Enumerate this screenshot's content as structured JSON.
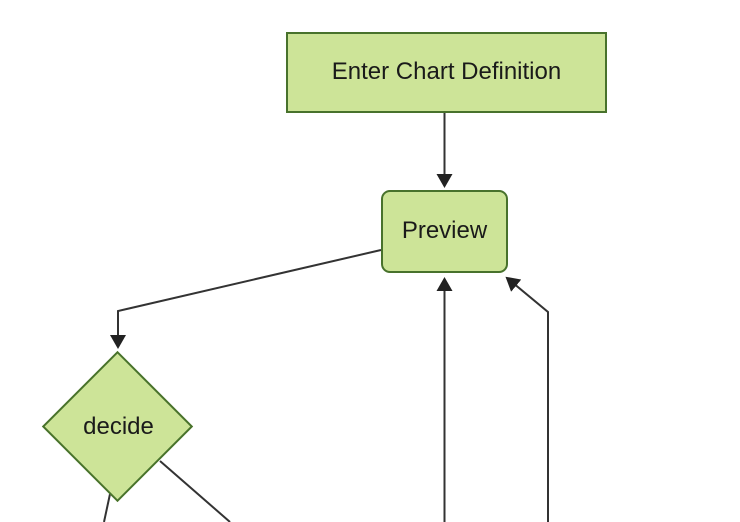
{
  "diagram": {
    "type": "flowchart",
    "background_color": "#ffffff",
    "node_fill_color": "#cde498",
    "node_border_color": "#48722c",
    "edge_color": "#333333",
    "arrowhead_color": "#222222",
    "text_color": "#1a1a1a",
    "nodes": [
      {
        "id": "enter-chart-definition",
        "label": "Enter Chart Definition",
        "shape": "rectangle"
      },
      {
        "id": "preview",
        "label": "Preview",
        "shape": "rounded-rectangle"
      },
      {
        "id": "decide",
        "label": "decide",
        "shape": "diamond"
      }
    ],
    "edges": [
      {
        "from": "enter-chart-definition",
        "to": "preview",
        "arrowhead": "filled-triangle"
      },
      {
        "from": "preview",
        "to": "decide",
        "arrowhead": "filled-triangle"
      },
      {
        "from": "offscreen-bottom-center",
        "to": "preview",
        "arrowhead": "filled-triangle"
      },
      {
        "from": "offscreen-bottom-right",
        "to": "preview",
        "arrowhead": "filled-triangle"
      },
      {
        "from": "decide",
        "to": "offscreen-bottom-left",
        "arrowhead": "none-visible"
      },
      {
        "from": "decide",
        "to": "offscreen-bottom-right",
        "arrowhead": "none-visible"
      }
    ]
  }
}
